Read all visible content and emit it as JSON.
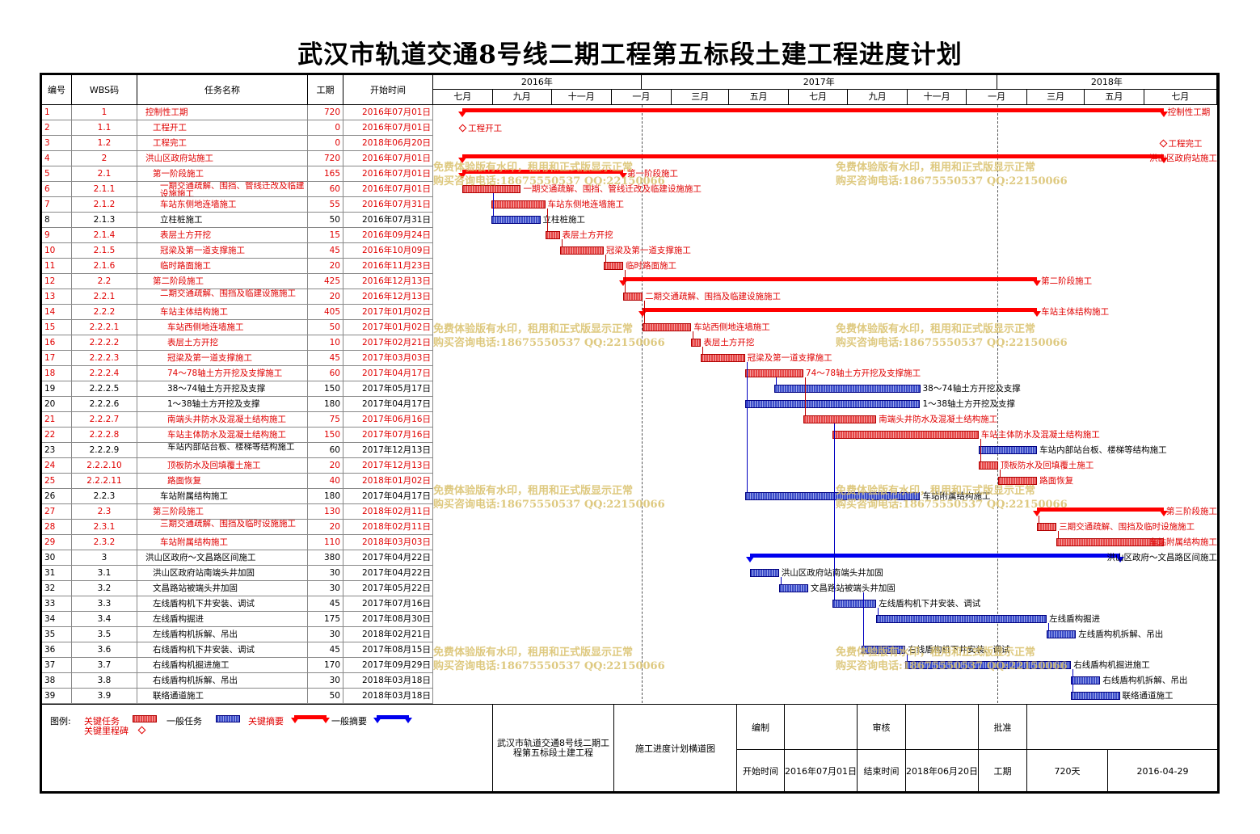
{
  "title": "武汉市轨道交通8号线二期工程第五标段土建工程进度计划",
  "headers": {
    "num": "编号",
    "wbs": "WBS码",
    "name": "任务名称",
    "dur": "工期",
    "start": "开始时间"
  },
  "years": [
    "2016年",
    "2017年",
    "2018年"
  ],
  "months": [
    "七月",
    "九月",
    "十一月",
    "一月",
    "三月",
    "五月",
    "七月",
    "九月",
    "十一月",
    "一月",
    "三月",
    "五月",
    "七月"
  ],
  "tasks": [
    {
      "num": "1",
      "wbs": "1",
      "name": "控制性工期",
      "dur": "720",
      "start": "2016年07月01日",
      "crit": true,
      "indent": 0
    },
    {
      "num": "2",
      "wbs": "1.1",
      "name": "工程开工",
      "dur": "0",
      "start": "2016年07月01日",
      "crit": true,
      "indent": 1
    },
    {
      "num": "3",
      "wbs": "1.2",
      "name": "工程完工",
      "dur": "0",
      "start": "2018年06月20日",
      "crit": true,
      "indent": 1
    },
    {
      "num": "4",
      "wbs": "2",
      "name": "洪山区政府站施工",
      "dur": "720",
      "start": "2016年07月01日",
      "crit": true,
      "indent": 0
    },
    {
      "num": "5",
      "wbs": "2.1",
      "name": "第一阶段施工",
      "dur": "165",
      "start": "2016年07月01日",
      "crit": true,
      "indent": 1
    },
    {
      "num": "6",
      "wbs": "2.1.1",
      "name": "一期交通疏解、围挡、管线迁改及临建设施施工",
      "dur": "60",
      "start": "2016年07月01日",
      "crit": true,
      "indent": 2,
      "wrap": true
    },
    {
      "num": "7",
      "wbs": "2.1.2",
      "name": "车站东侧地连墙施工",
      "dur": "55",
      "start": "2016年07月31日",
      "crit": true,
      "indent": 2
    },
    {
      "num": "8",
      "wbs": "2.1.3",
      "name": "立柱桩施工",
      "dur": "50",
      "start": "2016年07月31日",
      "crit": false,
      "indent": 2
    },
    {
      "num": "9",
      "wbs": "2.1.4",
      "name": "表层土方开挖",
      "dur": "15",
      "start": "2016年09月24日",
      "crit": true,
      "indent": 2
    },
    {
      "num": "10",
      "wbs": "2.1.5",
      "name": "冠梁及第一道支撑施工",
      "dur": "45",
      "start": "2016年10月09日",
      "crit": true,
      "indent": 2
    },
    {
      "num": "11",
      "wbs": "2.1.6",
      "name": "临时路面施工",
      "dur": "20",
      "start": "2016年11月23日",
      "crit": true,
      "indent": 2
    },
    {
      "num": "12",
      "wbs": "2.2",
      "name": "第二阶段施工",
      "dur": "425",
      "start": "2016年12月13日",
      "crit": true,
      "indent": 1
    },
    {
      "num": "13",
      "wbs": "2.2.1",
      "name": "二期交通疏解、围挡及临建设施施工",
      "dur": "20",
      "start": "2016年12月13日",
      "crit": true,
      "indent": 2,
      "wrap": true
    },
    {
      "num": "14",
      "wbs": "2.2.2",
      "name": "车站主体结构施工",
      "dur": "405",
      "start": "2017年01月02日",
      "crit": true,
      "indent": 2
    },
    {
      "num": "15",
      "wbs": "2.2.2.1",
      "name": "车站西侧地连墙施工",
      "dur": "50",
      "start": "2017年01月02日",
      "crit": true,
      "indent": 3
    },
    {
      "num": "16",
      "wbs": "2.2.2.2",
      "name": "表层土方开挖",
      "dur": "10",
      "start": "2017年02月21日",
      "crit": true,
      "indent": 3
    },
    {
      "num": "17",
      "wbs": "2.2.2.3",
      "name": "冠梁及第一道支撑施工",
      "dur": "45",
      "start": "2017年03月03日",
      "crit": true,
      "indent": 3
    },
    {
      "num": "18",
      "wbs": "2.2.2.4",
      "name": "74～78轴土方开挖及支撑施工",
      "dur": "60",
      "start": "2017年04月17日",
      "crit": true,
      "indent": 3
    },
    {
      "num": "19",
      "wbs": "2.2.2.5",
      "name": "38～74轴土方开挖及支撑",
      "dur": "150",
      "start": "2017年05月17日",
      "crit": false,
      "indent": 3
    },
    {
      "num": "20",
      "wbs": "2.2.2.6",
      "name": "1～38轴土方开挖及支撑",
      "dur": "180",
      "start": "2017年04月17日",
      "crit": false,
      "indent": 3
    },
    {
      "num": "21",
      "wbs": "2.2.2.7",
      "name": "南端头井防水及混凝土结构施工",
      "dur": "75",
      "start": "2017年06月16日",
      "crit": true,
      "indent": 3
    },
    {
      "num": "22",
      "wbs": "2.2.2.8",
      "name": "车站主体防水及混凝土结构施工",
      "dur": "150",
      "start": "2017年07月16日",
      "crit": true,
      "indent": 3
    },
    {
      "num": "23",
      "wbs": "2.2.2.9",
      "name": "车站内部站台板、楼梯等结构施工",
      "dur": "60",
      "start": "2017年12月13日",
      "crit": false,
      "indent": 3,
      "wrap": true
    },
    {
      "num": "24",
      "wbs": "2.2.2.10",
      "name": "顶板防水及回填覆土施工",
      "dur": "20",
      "start": "2017年12月13日",
      "crit": true,
      "indent": 3
    },
    {
      "num": "25",
      "wbs": "2.2.2.11",
      "name": "路面恢复",
      "dur": "40",
      "start": "2018年01月02日",
      "crit": true,
      "indent": 3
    },
    {
      "num": "26",
      "wbs": "2.2.3",
      "name": "车站附属结构施工",
      "dur": "180",
      "start": "2017年04月17日",
      "crit": false,
      "indent": 2
    },
    {
      "num": "27",
      "wbs": "2.3",
      "name": "第三阶段施工",
      "dur": "130",
      "start": "2018年02月11日",
      "crit": true,
      "indent": 1
    },
    {
      "num": "28",
      "wbs": "2.3.1",
      "name": "三期交通疏解、围挡及临时设施施工",
      "dur": "20",
      "start": "2018年02月11日",
      "crit": true,
      "indent": 2,
      "wrap": true
    },
    {
      "num": "29",
      "wbs": "2.3.2",
      "name": "车站附属结构施工",
      "dur": "110",
      "start": "2018年03月03日",
      "crit": true,
      "indent": 2
    },
    {
      "num": "30",
      "wbs": "3",
      "name": "洪山区政府～文昌路区间施工",
      "dur": "380",
      "start": "2017年04月22日",
      "crit": false,
      "indent": 0
    },
    {
      "num": "31",
      "wbs": "3.1",
      "name": "洪山区政府站南端头井加固",
      "dur": "30",
      "start": "2017年04月22日",
      "crit": false,
      "indent": 1
    },
    {
      "num": "32",
      "wbs": "3.2",
      "name": "文昌路站被端头井加固",
      "dur": "30",
      "start": "2017年05月22日",
      "crit": false,
      "indent": 1
    },
    {
      "num": "33",
      "wbs": "3.3",
      "name": "左线盾构机下井安装、调试",
      "dur": "45",
      "start": "2017年07月16日",
      "crit": false,
      "indent": 1
    },
    {
      "num": "34",
      "wbs": "3.4",
      "name": "左线盾构掘进",
      "dur": "175",
      "start": "2017年08月30日",
      "crit": false,
      "indent": 1
    },
    {
      "num": "35",
      "wbs": "3.5",
      "name": "左线盾构机拆解、吊出",
      "dur": "30",
      "start": "2018年02月21日",
      "crit": false,
      "indent": 1
    },
    {
      "num": "36",
      "wbs": "3.6",
      "name": "右线盾构机下井安装、调试",
      "dur": "45",
      "start": "2017年08月15日",
      "crit": false,
      "indent": 1
    },
    {
      "num": "37",
      "wbs": "3.7",
      "name": "右线盾构机掘进施工",
      "dur": "170",
      "start": "2017年09月29日",
      "crit": false,
      "indent": 1
    },
    {
      "num": "38",
      "wbs": "3.8",
      "name": "右线盾构机拆解、吊出",
      "dur": "30",
      "start": "2018年03月18日",
      "crit": false,
      "indent": 1
    },
    {
      "num": "39",
      "wbs": "3.9",
      "name": "联络通道施工",
      "dur": "50",
      "start": "2018年03月18日",
      "crit": false,
      "indent": 1
    }
  ],
  "chart_data": {
    "type": "gantt",
    "timeline_start": "2016-06-01",
    "timeline_end": "2018-08-31",
    "bars": [
      {
        "row": 1,
        "kind": "summary",
        "crit": true,
        "start": "2016-07-01",
        "end": "2018-06-20",
        "label": "控制性工期"
      },
      {
        "row": 2,
        "kind": "milestone",
        "crit": true,
        "start": "2016-07-01",
        "label": "工程开工"
      },
      {
        "row": 3,
        "kind": "milestone",
        "crit": true,
        "start": "2018-06-20",
        "label": "工程完工"
      },
      {
        "row": 4,
        "kind": "summary",
        "crit": true,
        "start": "2016-07-01",
        "end": "2018-06-20",
        "label": "洪山区政府站施工"
      },
      {
        "row": 5,
        "kind": "summary",
        "crit": true,
        "start": "2016-07-01",
        "end": "2016-12-12",
        "label": "第一阶段施工"
      },
      {
        "row": 6,
        "kind": "task",
        "crit": true,
        "start": "2016-07-01",
        "end": "2016-08-29",
        "label": "一期交通疏解、围挡、管线迁改及临建设施施工"
      },
      {
        "row": 7,
        "kind": "task",
        "crit": true,
        "start": "2016-07-31",
        "end": "2016-09-23",
        "label": "车站东侧地连墙施工"
      },
      {
        "row": 8,
        "kind": "task",
        "crit": false,
        "start": "2016-07-31",
        "end": "2016-09-18",
        "label": "立柱桩施工"
      },
      {
        "row": 9,
        "kind": "task",
        "crit": true,
        "start": "2016-09-24",
        "end": "2016-10-08",
        "label": "表层土方开挖"
      },
      {
        "row": 10,
        "kind": "task",
        "crit": true,
        "start": "2016-10-09",
        "end": "2016-11-22",
        "label": "冠梁及第一道支撑施工"
      },
      {
        "row": 11,
        "kind": "task",
        "crit": true,
        "start": "2016-11-23",
        "end": "2016-12-12",
        "label": "临时路面施工"
      },
      {
        "row": 12,
        "kind": "summary",
        "crit": true,
        "start": "2016-12-13",
        "end": "2018-02-10",
        "label": "第二阶段施工"
      },
      {
        "row": 13,
        "kind": "task",
        "crit": true,
        "start": "2016-12-13",
        "end": "2017-01-01",
        "label": "二期交通疏解、围挡及临建设施施工"
      },
      {
        "row": 14,
        "kind": "summary",
        "crit": true,
        "start": "2017-01-02",
        "end": "2018-02-10",
        "label": "车站主体结构施工"
      },
      {
        "row": 15,
        "kind": "task",
        "crit": true,
        "start": "2017-01-02",
        "end": "2017-02-20",
        "label": "车站西侧地连墙施工"
      },
      {
        "row": 16,
        "kind": "task",
        "crit": true,
        "start": "2017-02-21",
        "end": "2017-03-02",
        "label": "表层土方开挖"
      },
      {
        "row": 17,
        "kind": "task",
        "crit": true,
        "start": "2017-03-03",
        "end": "2017-04-16",
        "label": "冠梁及第一道支撑施工"
      },
      {
        "row": 18,
        "kind": "task",
        "crit": true,
        "start": "2017-04-17",
        "end": "2017-06-15",
        "label": "74～78轴土方开挖及支撑施工"
      },
      {
        "row": 19,
        "kind": "task",
        "crit": false,
        "start": "2017-05-17",
        "end": "2017-10-13",
        "label": "38～74轴土方开挖及支撑"
      },
      {
        "row": 20,
        "kind": "task",
        "crit": false,
        "start": "2017-04-17",
        "end": "2017-10-13",
        "label": "1～38轴土方开挖及支撑"
      },
      {
        "row": 21,
        "kind": "task",
        "crit": true,
        "start": "2017-06-16",
        "end": "2017-08-29",
        "label": "南端头井防水及混凝土结构施工"
      },
      {
        "row": 22,
        "kind": "task",
        "crit": true,
        "start": "2017-07-16",
        "end": "2017-12-12",
        "label": "车站主体防水及混凝土结构施工"
      },
      {
        "row": 23,
        "kind": "task",
        "crit": false,
        "start": "2017-12-13",
        "end": "2018-02-10",
        "label": "车站内部站台板、楼梯等结构施工"
      },
      {
        "row": 24,
        "kind": "task",
        "crit": true,
        "start": "2017-12-13",
        "end": "2018-01-01",
        "label": "顶板防水及回填覆土施工"
      },
      {
        "row": 25,
        "kind": "task",
        "crit": true,
        "start": "2018-01-02",
        "end": "2018-02-10",
        "label": "路面恢复"
      },
      {
        "row": 26,
        "kind": "task",
        "crit": false,
        "start": "2017-04-17",
        "end": "2017-10-13",
        "label": "车站附属结构施工"
      },
      {
        "row": 27,
        "kind": "summary",
        "crit": true,
        "start": "2018-02-11",
        "end": "2018-06-20",
        "label": "第三阶段施工"
      },
      {
        "row": 28,
        "kind": "task",
        "crit": true,
        "start": "2018-02-11",
        "end": "2018-03-02",
        "label": "三期交通疏解、围挡及临时设施施工"
      },
      {
        "row": 29,
        "kind": "task",
        "crit": true,
        "start": "2018-03-03",
        "end": "2018-06-20",
        "label": "车站附属结构施工"
      },
      {
        "row": 30,
        "kind": "summary",
        "crit": false,
        "start": "2017-04-22",
        "end": "2018-05-06",
        "label": "洪山区政府～文昌路区间施工"
      },
      {
        "row": 31,
        "kind": "task",
        "crit": false,
        "start": "2017-04-22",
        "end": "2017-05-21",
        "label": "洪山区政府站南端头井加固"
      },
      {
        "row": 32,
        "kind": "task",
        "crit": false,
        "start": "2017-05-22",
        "end": "2017-06-20",
        "label": "文昌路站被端头井加固"
      },
      {
        "row": 33,
        "kind": "task",
        "crit": false,
        "start": "2017-07-16",
        "end": "2017-08-29",
        "label": "左线盾构机下井安装、调试"
      },
      {
        "row": 34,
        "kind": "task",
        "crit": false,
        "start": "2017-08-30",
        "end": "2018-02-20",
        "label": "左线盾构掘进"
      },
      {
        "row": 35,
        "kind": "task",
        "crit": false,
        "start": "2018-02-21",
        "end": "2018-03-22",
        "label": "左线盾构机拆解、吊出"
      },
      {
        "row": 36,
        "kind": "task",
        "crit": false,
        "start": "2017-08-15",
        "end": "2017-09-28",
        "label": "右线盾构机下井安装、调试"
      },
      {
        "row": 37,
        "kind": "task",
        "crit": false,
        "start": "2017-09-29",
        "end": "2018-03-17",
        "label": "右线盾构机掘进施工"
      },
      {
        "row": 38,
        "kind": "task",
        "crit": false,
        "start": "2018-03-18",
        "end": "2018-04-16",
        "label": "右线盾构机拆解、吊出"
      },
      {
        "row": 39,
        "kind": "task",
        "crit": false,
        "start": "2018-03-18",
        "end": "2018-05-06",
        "label": "联络通道施工"
      }
    ]
  },
  "watermark": {
    "line1": "免费体验版有水印，租用和正式版显示正常",
    "line2": "购买咨询电话:18675550537 QQ:22150066"
  },
  "legend": {
    "label": "图例:",
    "crit_task": "关键任务",
    "norm_task": "一般任务",
    "crit_summary": "关键摘要",
    "norm_summary": "一般摘要",
    "crit_milestone": "关键里程碑"
  },
  "footer": {
    "project": "武汉市轨道交通8号线二期工程第五标段土建工程",
    "doc_type": "施工进度计划横道图",
    "compile": "编制",
    "review": "审核",
    "approve": "批准",
    "start_label": "开始时间",
    "start_val": "2016年07月01日",
    "end_label": "结束时间",
    "end_val": "2018年06月20日",
    "dur_label": "工期",
    "dur_val": "720天",
    "date": "2016-04-29"
  },
  "colors": {
    "critical": "#ff0000",
    "normal": "#0000ee",
    "watermark": "#d9c06a"
  }
}
